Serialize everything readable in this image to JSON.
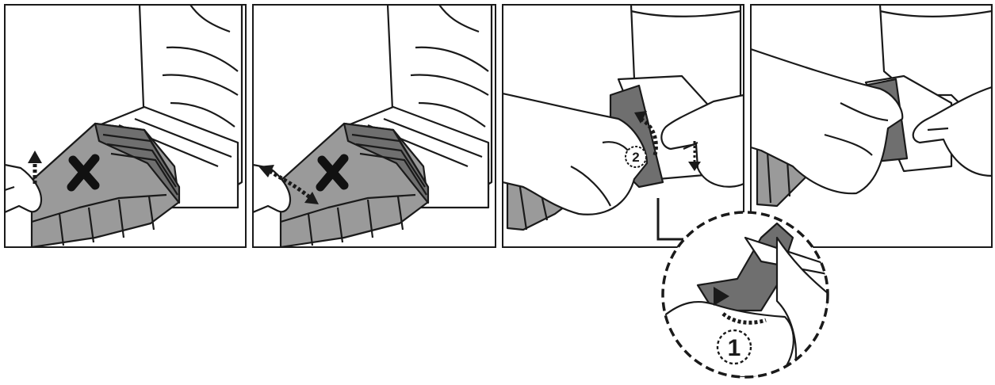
{
  "figure": {
    "kind": "instruction-illustration",
    "panel_count": 4,
    "palette": {
      "line": "#1a1a1a",
      "part_gray": "#9a9a9a",
      "part_gray_dark": "#6f6f6f",
      "paper": "#ffffff"
    }
  },
  "panels": [
    {
      "step": "push-up",
      "mark": "x-mark-icon",
      "arrow": "up-arrow"
    },
    {
      "step": "twist",
      "mark": "x-mark-icon",
      "arrow": "double-curved-arrow"
    },
    {
      "step": "press-and-turn",
      "mark": "",
      "arrow": "curved-arrow"
    },
    {
      "step": "pull-out",
      "mark": "",
      "arrow": ""
    }
  ],
  "callouts": {
    "step_one": "1",
    "step_two": "2"
  }
}
